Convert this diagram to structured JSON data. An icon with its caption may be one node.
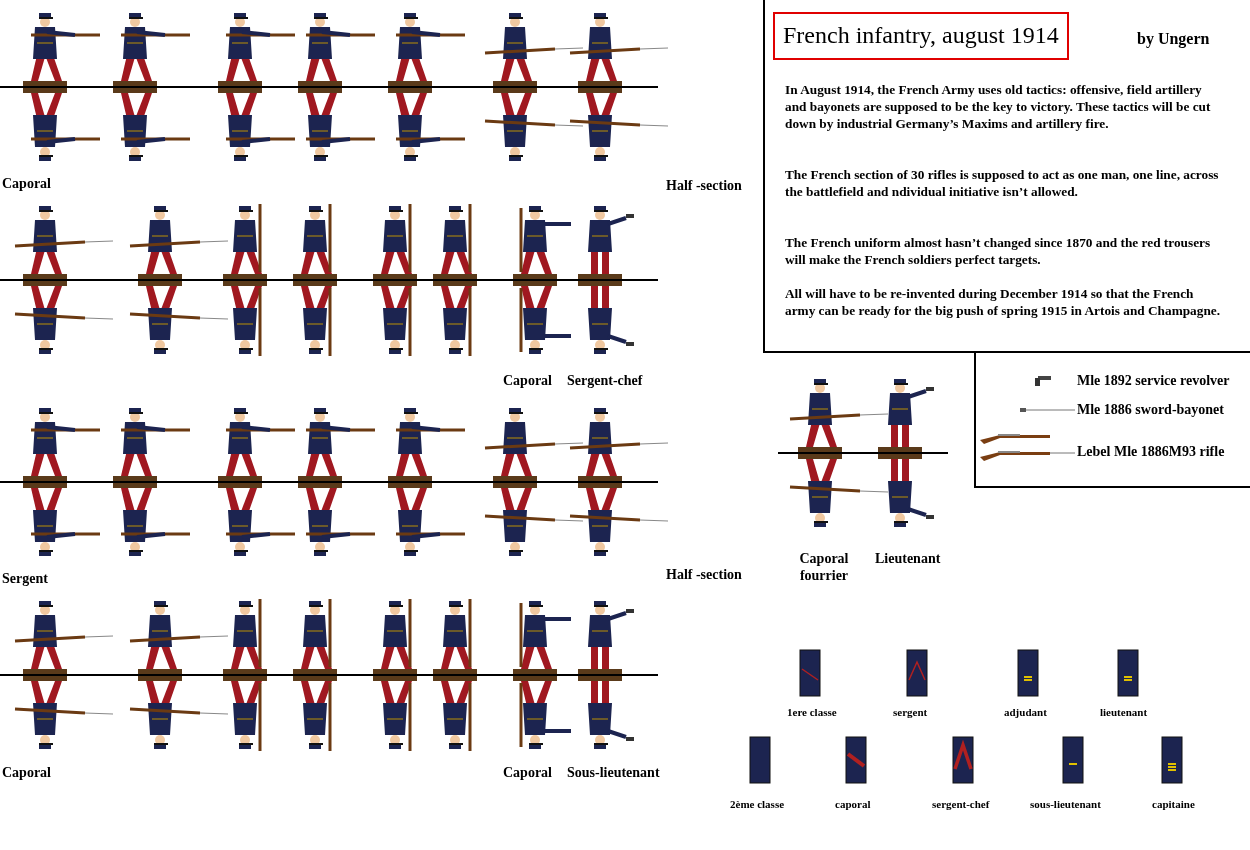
{
  "diagram": {
    "title": "French infantry, august 1914",
    "labels": [
      "by Ungern",
      "In August 1914, the French Army uses old tactics: offensive, field artillery and bayonets are supposed to be the key to victory. These tactics will be cut down by industrial Germany’s Maxims and artillery fire.",
      "The French section of 30 rifles is supposed to act as one man, one line, across the battlefield and ndividual initiative isn’t allowed.",
      "The French uniform almost hasn’t changed since 1870 and the red trousers will make the French soldiers perfect targets.",
      "All will have to be re-invented during December 1914 so that the French army can be ready for the big push of spring 1915 in Artois and Champagne.",
      "Caporal",
      "Half -section",
      "Caporal",
      "Sergent-chef",
      "Caporal fourrier",
      "Lieutenant",
      "Sergent",
      "Half -section",
      "1ere classe",
      "sergent",
      "adjudant",
      "lieutenant",
      "Caporal",
      "Caporal",
      "Sous-lieutenant",
      "2ème classe",
      "caporal",
      "sergent-chef",
      "sous-lieutenant",
      "capitaine"
    ],
    "legend": [
      {
        "text": "Mle 1892 service revolver"
      },
      {
        "text": "Mle 1886 sword-bayonet"
      },
      {
        "text": "Lebel Mle 1886M93 rifle"
      }
    ]
  }
}
